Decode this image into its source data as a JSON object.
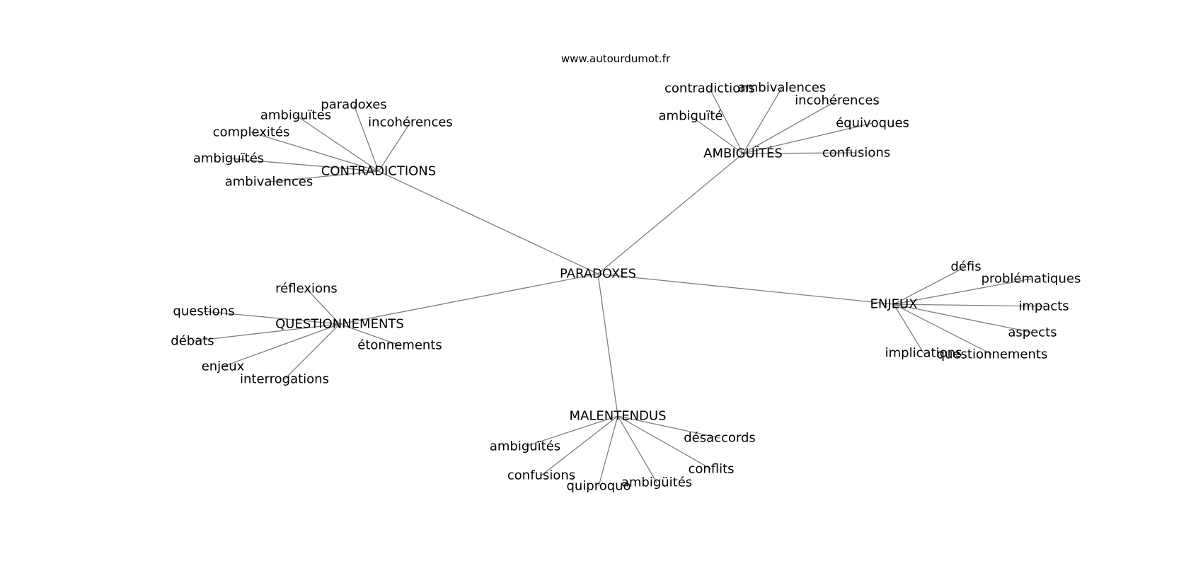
{
  "source": "www.autourdumot.fr",
  "graph": {
    "center": "PARADOXES",
    "branches": [
      {
        "label": "CONTRADICTIONS",
        "leaves": [
          "paradoxes",
          "ambiguïtes",
          "incohérences",
          "complexités",
          "ambiguïtés",
          "ambivalences"
        ]
      },
      {
        "label": "AMBIGUÏTÉS",
        "leaves": [
          "contradictions",
          "ambivalences",
          "incohérences",
          "ambiguïté",
          "équivoques",
          "confusions"
        ]
      },
      {
        "label": "QUESTIONNEMENTS",
        "leaves": [
          "réflexions",
          "questions",
          "débats",
          "enjeux",
          "interrogations",
          "étonnements"
        ]
      },
      {
        "label": "ENJEUX",
        "leaves": [
          "défis",
          "problématiques",
          "impacts",
          "aspects",
          "implications",
          "questionnements"
        ]
      },
      {
        "label": "MALENTENDUS",
        "leaves": [
          "désaccords",
          "ambiguïtés",
          "conflits",
          "confusions",
          "ambigüités",
          "quiproquo"
        ]
      }
    ]
  }
}
